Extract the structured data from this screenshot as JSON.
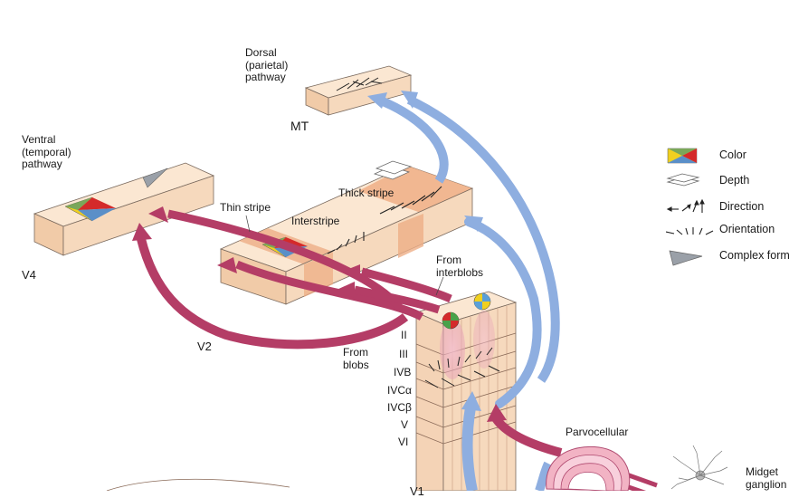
{
  "regions": {
    "mt": "MT",
    "v4": "V4",
    "v2": "V2",
    "v1": "V1"
  },
  "pathways": {
    "dorsal": "Dorsal\n(parietal)\npathway",
    "ventral": "Ventral\n(temporal)\npathway"
  },
  "v2_parts": {
    "thin_stripe": "Thin stripe",
    "thick_stripe": "Thick stripe",
    "interstripe": "Interstripe"
  },
  "sources": {
    "from_interblobs": "From\ninterblobs",
    "from_blobs": "From\nblobs"
  },
  "layers": [
    "II",
    "III",
    "IVB",
    "IVCα",
    "IVCβ",
    "V",
    "VI"
  ],
  "lgn": {
    "parvocellular": "Parvocellular",
    "midget_ganglion": "Midget\nganglion"
  },
  "legend": [
    {
      "icon": "color-icon",
      "label": "Color"
    },
    {
      "icon": "depth-icon",
      "label": "Depth"
    },
    {
      "icon": "direction-icon",
      "label": "Direction"
    },
    {
      "icon": "orientation-icon",
      "label": "Orientation"
    },
    {
      "icon": "complex-form-icon",
      "label": "Complex form"
    }
  ],
  "colors": {
    "tissue": "#f9dfc6",
    "tissue_dark": "#efbf98",
    "stripe": "#eeae86",
    "magenta_pathway": "#b43d66",
    "blue_pathway": "#8eaee0"
  }
}
